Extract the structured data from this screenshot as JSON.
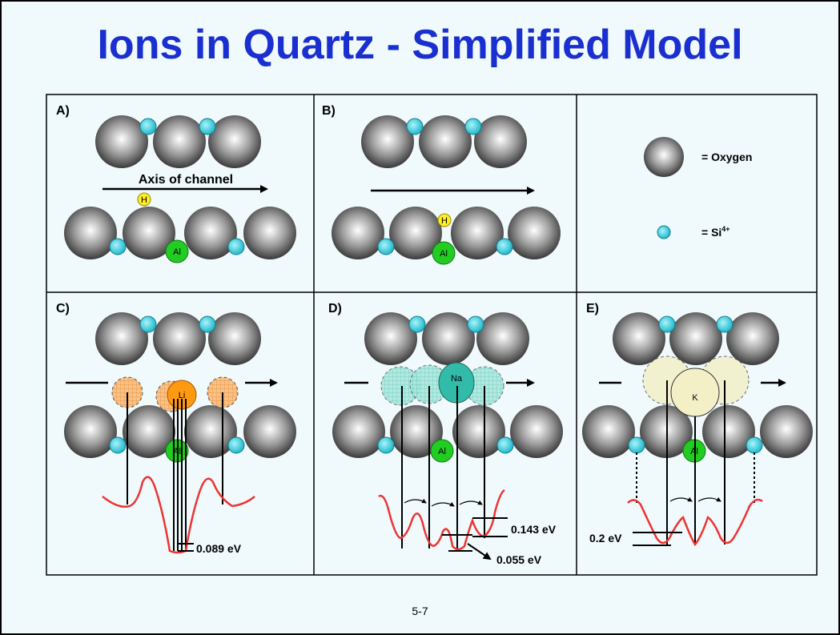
{
  "title": "Ions in Quartz - Simplified Model",
  "page_number": "5-7",
  "panels": {
    "a": {
      "label": "A)",
      "axis_label": "Axis of channel",
      "ion": "H",
      "dopant": "Al"
    },
    "b": {
      "label": "B)",
      "ion": "H",
      "dopant": "Al"
    },
    "c": {
      "label": "C)",
      "ion": "Li",
      "dopant": "Al",
      "energy": "0.089 eV"
    },
    "d": {
      "label": "D)",
      "ion": "Na",
      "dopant": "Al",
      "energy_high": "0.143 eV",
      "energy_low": "0.055 eV"
    },
    "e": {
      "label": "E)",
      "ion": "K",
      "dopant": "Al",
      "energy": "0.2 eV"
    }
  },
  "legend": {
    "oxygen": "= Oxygen",
    "si_prefix": "= Si",
    "si_sup": "4+"
  },
  "colors": {
    "title": "#1a2fd0",
    "si": "#33ccdd",
    "al": "#22cc22",
    "h": "#ffee22",
    "li": "#ff9911",
    "na": "#33bbaa",
    "k": "#f3f0c8",
    "potential": "#ee3333"
  }
}
